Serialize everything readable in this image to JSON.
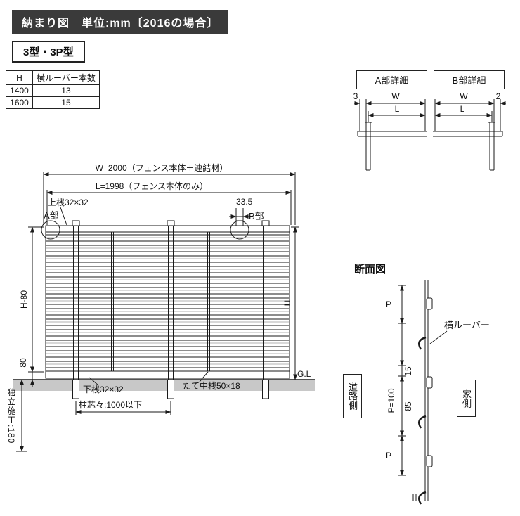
{
  "header": {
    "title": "納まり図　単位:mm〔2016の場合〕"
  },
  "model_label": "3型・3P型",
  "spec_table": {
    "headers": [
      "H",
      "横ルーバー本数"
    ],
    "rows": [
      [
        "1400",
        "13"
      ],
      [
        "1600",
        "15"
      ]
    ]
  },
  "detail_a": {
    "title": "A部詳細",
    "dim_offset": "3",
    "dim_w": "W",
    "dim_l": "L"
  },
  "detail_b": {
    "title": "B部詳細",
    "dim_offset": "2",
    "dim_w": "W",
    "dim_l": "L"
  },
  "elevation": {
    "dim_w": "W=2000（フェンス本体＋連結材）",
    "dim_l": "L=1998（フェンス本体のみ）",
    "top_rail_label": "上桟32×32",
    "dim_33_5": "33.5",
    "part_a_label": "A部",
    "part_b_label": "B部",
    "dim_h_minus_80": "H-80",
    "dim_h": "H",
    "dim_80": "80",
    "ground_label": "G.L",
    "bottom_rail_label": "下桟32×32",
    "mid_rail_label": "たて中桟50×18",
    "post_pitch_label": "柱芯々:1000以下",
    "embed_label": "独立施工:180"
  },
  "section": {
    "title": "断面図",
    "dim_p_top": "P",
    "dim_p_bottom": "P",
    "dim_15": "15",
    "dim_85": "85",
    "dim_p100": "P=100",
    "louver_label": "横ルーバー",
    "road_side": "道路側",
    "house_side": "家側"
  },
  "colors": {
    "title_bar_bg": "#3a3a3a",
    "ground": "#c8c8c8",
    "line": "#1a1a1a"
  }
}
